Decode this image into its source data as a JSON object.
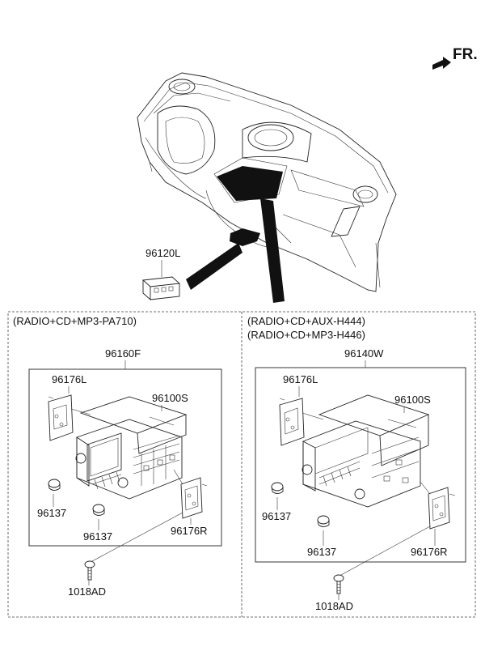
{
  "orientation": {
    "label": "FR."
  },
  "top_part": {
    "label": "96120L"
  },
  "left_panel": {
    "header": "(RADIO+CD+MP3-PA710)",
    "assembly": "96160F",
    "bracket_left": "96176L",
    "unit": "96100S",
    "knob_upper": "96137",
    "knob_lower": "96137",
    "bracket_right": "96176R",
    "screw": "1018AD"
  },
  "right_panel": {
    "header_line1": "(RADIO+CD+AUX-H444)",
    "header_line2": "(RADIO+CD+MP3-H446)",
    "assembly": "96140W",
    "bracket_left": "96176L",
    "unit": "96100S",
    "knob_upper": "96137",
    "knob_lower": "96137",
    "bracket_right": "96176R",
    "screw": "1018AD"
  }
}
